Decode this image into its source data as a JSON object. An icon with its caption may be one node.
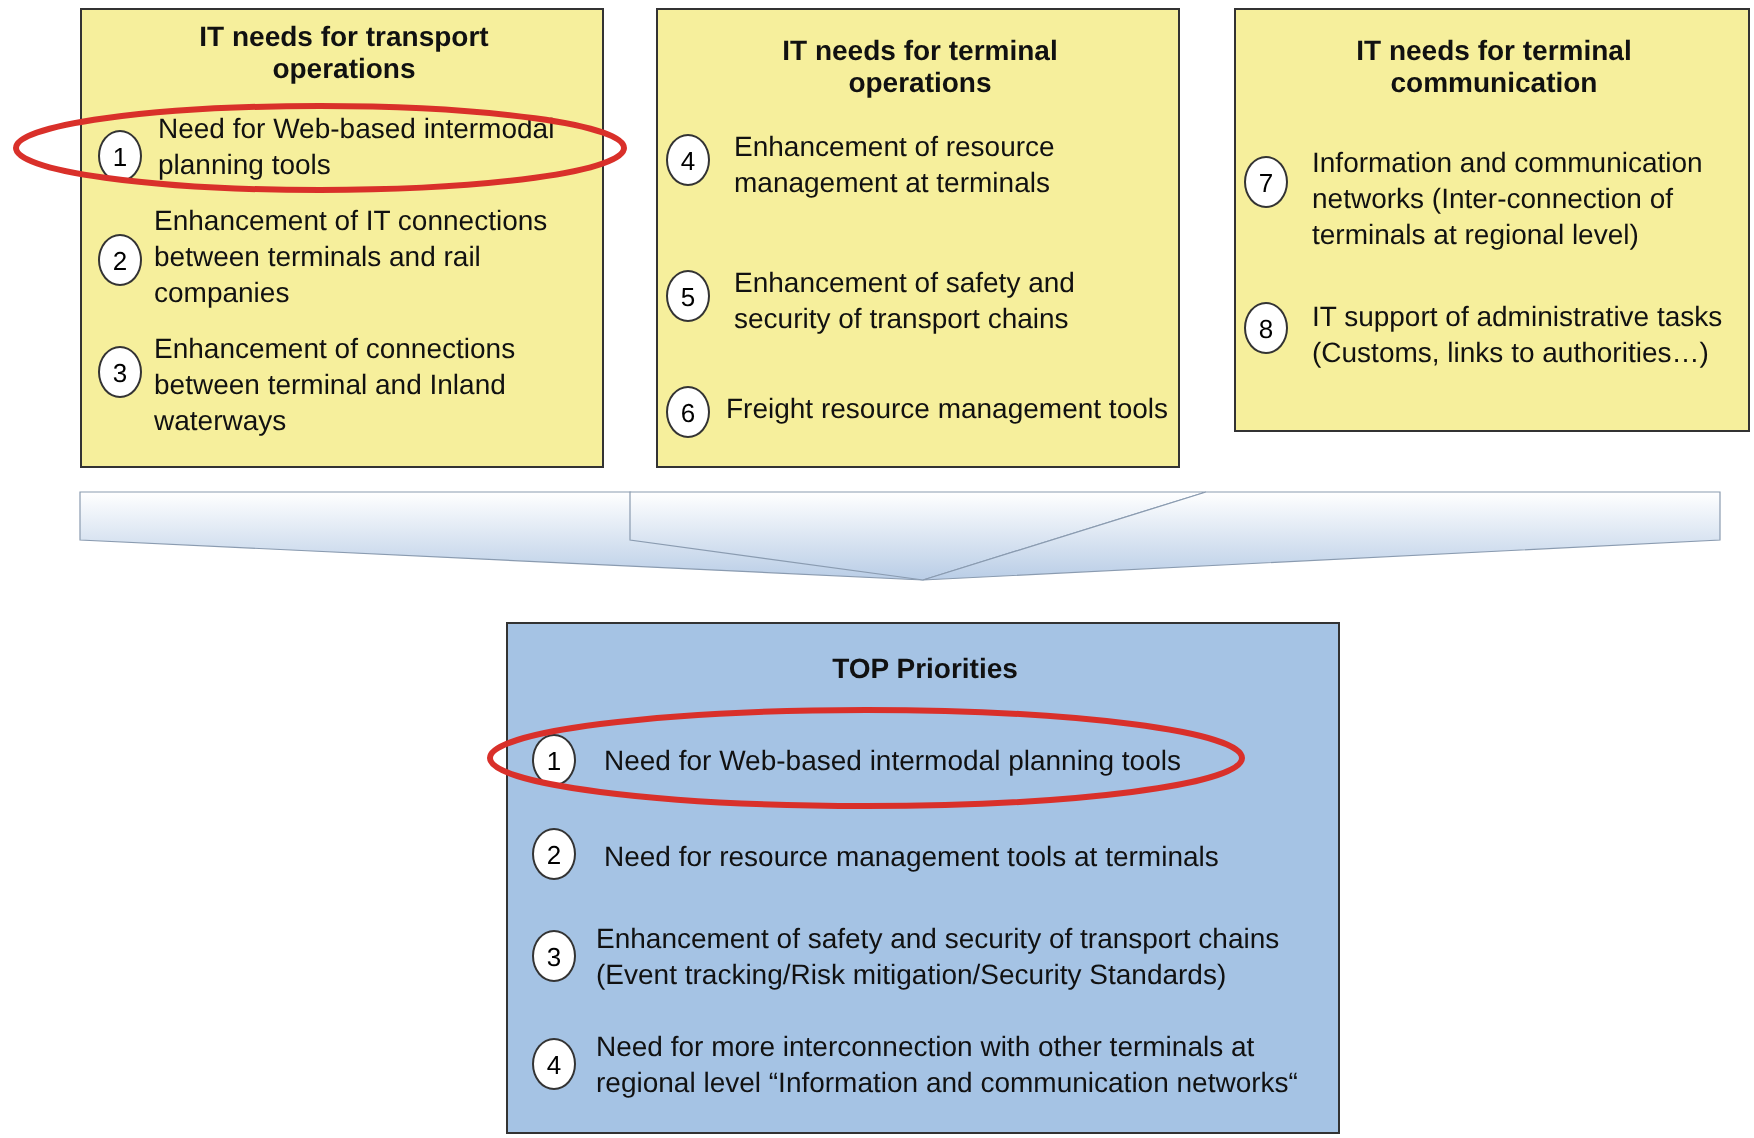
{
  "diagram": {
    "nodes": [
      {
        "text": [
          "IT needs for transport operations"
        ]
      },
      {
        "text": [
          "1"
        ],
        "in": 0,
        "beside": [
          "Need for Web-based intermodal planning tools"
        ]
      },
      {
        "text": [
          "2"
        ],
        "in": 0,
        "beside": [
          "Enhancement of IT connections between terminals and rail companies"
        ]
      },
      {
        "text": [
          "3"
        ],
        "in": 0,
        "beside": [
          "Enhancement of connections between terminal and Inland waterways"
        ]
      },
      {
        "text": [
          "IT needs for terminal operations"
        ]
      },
      {
        "text": [
          "4"
        ],
        "in": 4,
        "beside": [
          "Enhancement of resource management at terminals"
        ]
      },
      {
        "text": [
          "5"
        ],
        "in": 4,
        "beside": [
          "Enhancement of safety and security of transport chains"
        ]
      },
      {
        "text": [
          "6"
        ],
        "in": 4,
        "beside": [
          "Freight resource management tools"
        ]
      },
      {
        "text": [
          "IT needs for terminal communication"
        ]
      },
      {
        "text": [
          "7"
        ],
        "in": 8,
        "beside": [
          "Information and communication networks (Inter-connection of terminals at regional level)"
        ]
      },
      {
        "text": [
          "8"
        ],
        "in": 8,
        "beside": [
          "IT support of administrative tasks (Customs, links to authorities…)"
        ]
      },
      {
        "text": [
          "TOP Priorities"
        ]
      },
      {
        "text": [
          "1"
        ],
        "in": 11,
        "beside": [
          "Need for Web-based intermodal planning tools"
        ]
      },
      {
        "text": [
          "2"
        ],
        "in": 11,
        "beside": [
          "Need for resource management tools at terminals"
        ]
      },
      {
        "text": [
          "3"
        ],
        "in": 11,
        "beside": [
          "Enhancement of safety and security of transport chains (Event tracking/Risk mitigation/Security Standards)"
        ]
      },
      {
        "text": [
          "4"
        ],
        "in": 11,
        "beside": [
          "Need for more interconnection with other terminals at regional level “Information and communication networks“"
        ]
      }
    ],
    "edges": [
      {
        "from": 0,
        "to": 11,
        "arrow": "to"
      },
      {
        "from": 4,
        "to": 11,
        "arrow": "to"
      },
      {
        "from": 8,
        "to": 11,
        "arrow": "to"
      }
    ]
  }
}
